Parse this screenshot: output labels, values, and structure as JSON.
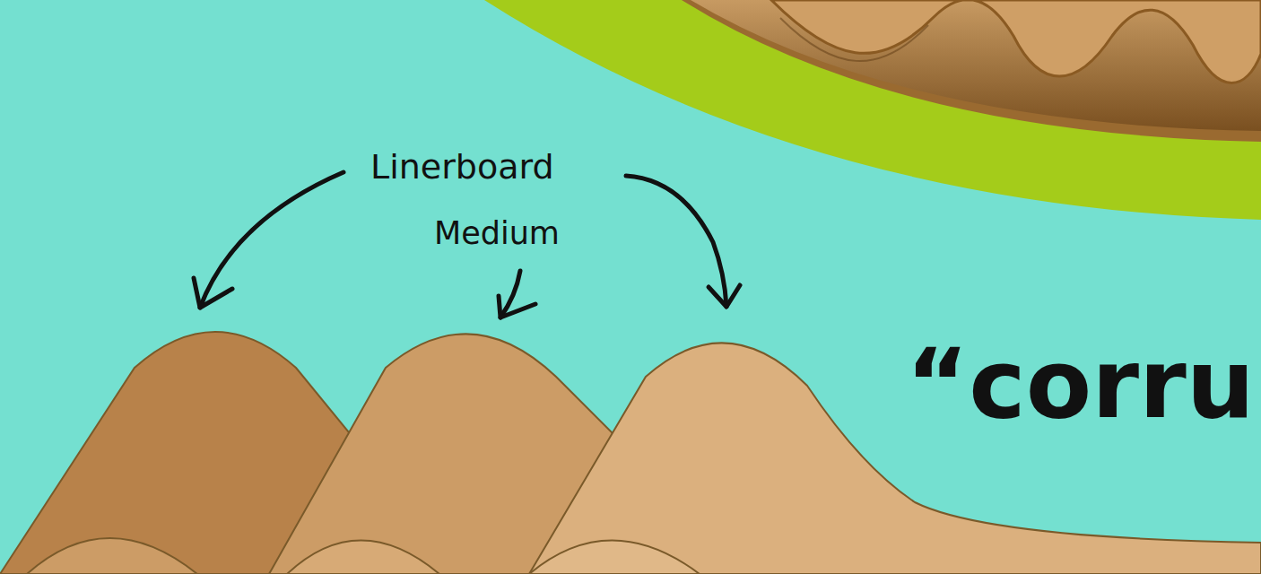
{
  "diagram": {
    "labels": [
      "Linerboard",
      "Medium",
      "“corru"
    ]
  }
}
